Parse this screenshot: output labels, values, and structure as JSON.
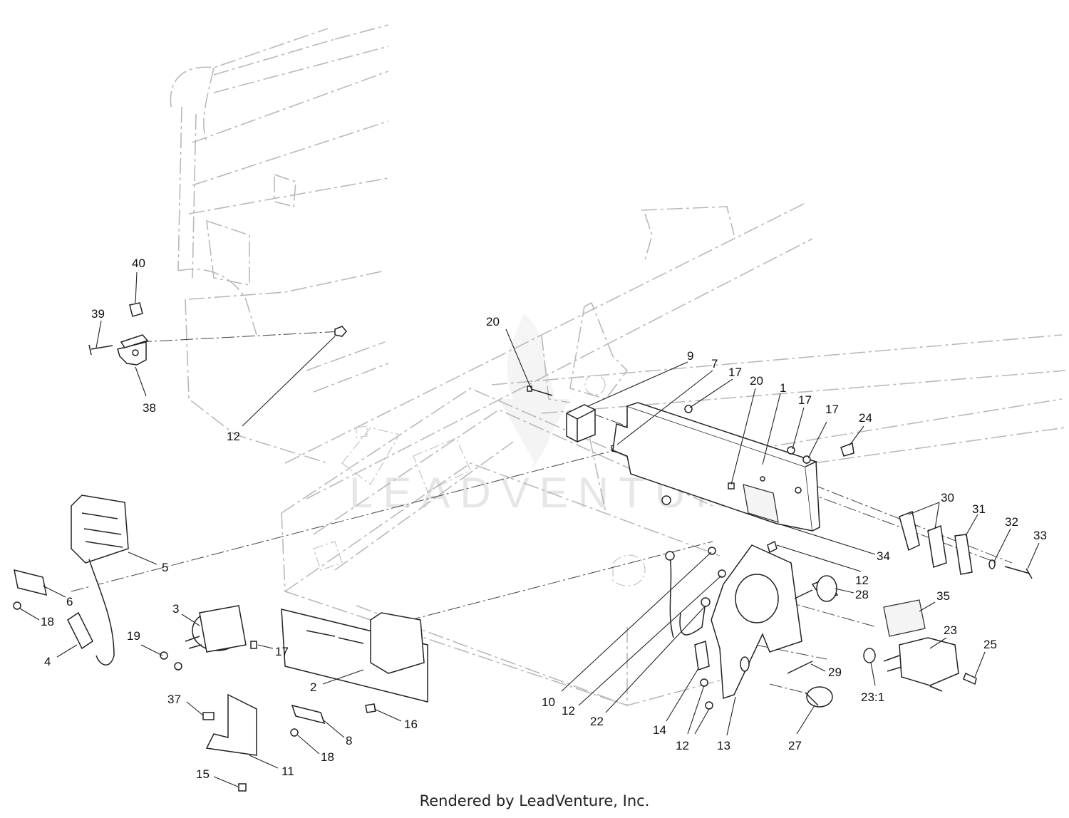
{
  "watermark": "LEADVENTURE",
  "footer": "Rendered by LeadVenture, Inc.",
  "callouts": [
    "40",
    "39",
    "38",
    "12",
    "20",
    "9",
    "7",
    "17",
    "20",
    "1",
    "17",
    "17",
    "24",
    "5",
    "6",
    "18",
    "4",
    "3",
    "19",
    "17",
    "2",
    "37",
    "8",
    "18",
    "16",
    "11",
    "15",
    "30",
    "31",
    "32",
    "33",
    "34",
    "12",
    "28",
    "35",
    "23",
    "25",
    "10",
    "12",
    "22",
    "14",
    "12",
    "13",
    "27",
    "29",
    "23:1"
  ]
}
